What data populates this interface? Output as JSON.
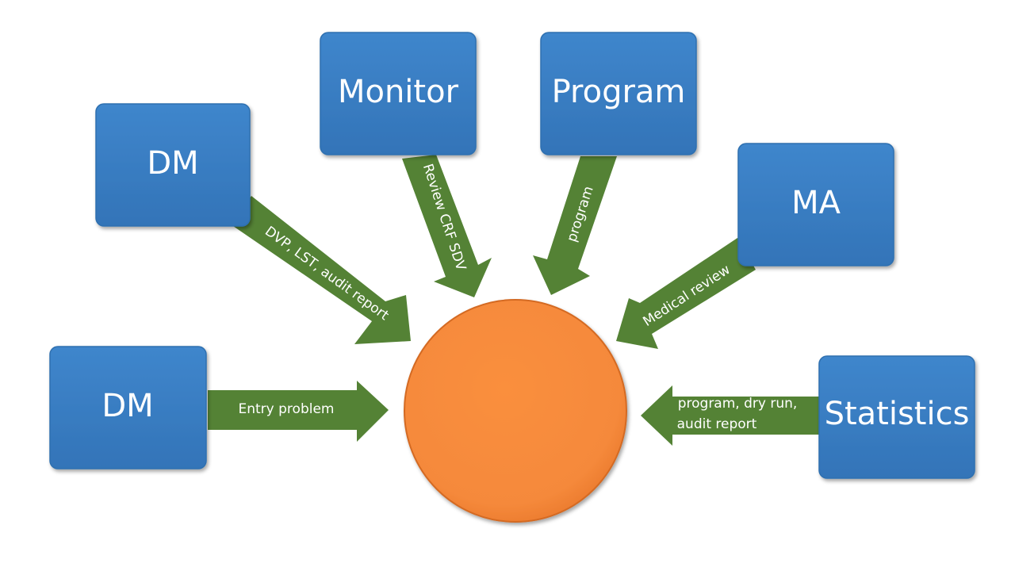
{
  "colors": {
    "box": "#3a7fc6",
    "box_border": "#2e6fb0",
    "arrow": "#548235",
    "center": "#f5893b",
    "text": "#ffffff"
  },
  "nodes": {
    "dm_upper": "DM",
    "monitor": "Monitor",
    "program": "Program",
    "ma": "MA",
    "dm_lower": "DM",
    "statistics": "Statistics"
  },
  "arrows": {
    "dm_upper": "DVP, LST, audit report",
    "monitor": "Review CRF SDV",
    "program": "program",
    "ma": "Medical review",
    "dm_lower": "Entry problem",
    "statistics_line1": "program, dry run,",
    "statistics_line2": "audit report"
  }
}
